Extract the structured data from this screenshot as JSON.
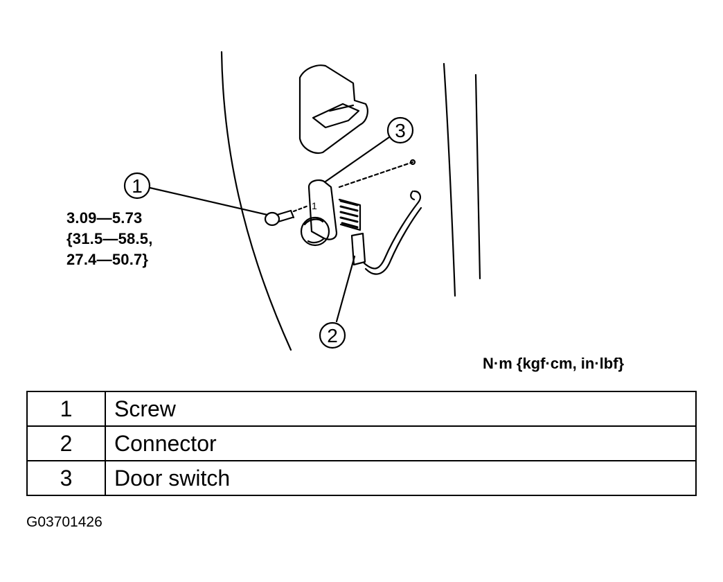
{
  "diagram": {
    "callouts": [
      "1",
      "2",
      "3"
    ],
    "torque_spec": [
      "3.09—5.73",
      "{31.5—58.5,",
      "27.4—50.7}"
    ],
    "units": "N·m {kgf·cm, in·lbf}",
    "inline_part_mark": "1"
  },
  "legend": {
    "rows": [
      {
        "num": "1",
        "label": "Screw"
      },
      {
        "num": "2",
        "label": "Connector"
      },
      {
        "num": "3",
        "label": "Door switch"
      }
    ]
  },
  "figure_code": "G03701426"
}
